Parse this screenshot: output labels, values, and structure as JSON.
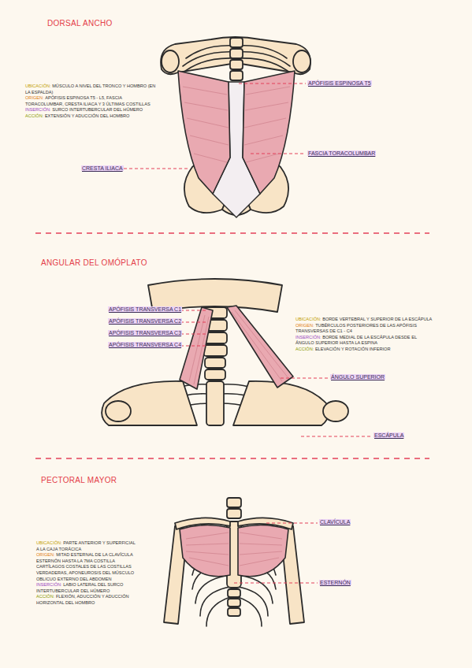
{
  "diagram": {
    "labels": [
      "DORSAL ANCHO",
      "UBICACIÓN:",
      "MÚSCULO A NIVEL DEL TRONCO Y HOMBRO (EN LA ESPALDA)",
      "ORIGEN:",
      "APÓFISIS ESPINOSA T5 - L5, FASCIA TORACOLUMBAR, CRESTA ILIACA Y 3 ÚLTIMAS COSTILLAS",
      "INSERCIÓN:",
      "SURCO INTERTUBERCULAR DEL HÚMERO",
      "ACCIÓN:",
      "EXTENSIÓN Y ADUCCIÓN DEL HOMBRO",
      "APÓFISIS ESPINOSA T5",
      "FASCIA TORACOLUMBAR",
      "CRESTA ILIACA",
      "ANGULAR DEL OMÓPLATO",
      "APÓFISIS TRANSVERSA C1",
      "APÓFISIS TRANSVERSA C2",
      "APÓFISIS TRANSVERSA C3",
      "APÓFISIS TRANSVERSA C4",
      "UBICACIÓN:",
      "BORDE VERTEBRAL Y SUPERIOR DE LA ESCÁPULA",
      "ORIGEN:",
      "TUBÉRCULOS POSTERIORES DE LAS APÓFISIS TRANSVERSAS DE C1 - C4",
      "INSERCIÓN:",
      "BORDE MEDIAL DE LA ESCÁPULA DESDE EL ÁNGULO SUPERIOR HASTA LA ESPINA",
      "ACCIÓN:",
      "ELEVACIÓN Y ROTACIÓN INFERIOR",
      "ÁNGULO SUPERIOR",
      "ESCÁPULA",
      "PECTORAL MAYOR",
      "UBICACIÓN:",
      "PARTE ANTERIOR Y SUPERFICIAL A LA CAJA TORÁCICA",
      "ORIGEN:",
      "MITAD ESTERNAL DE LA CLAVÍCULA ESTERNÓN HASTA LA 7MA COSTILLA CARTÍLAGOS COSTALES DE LAS COSTILLAS VERDADERAS, APONEUROSIS DEL MÚSCULO OBLICUO EXTERNO DEL ABDOMEN",
      "INSERCIÓN:",
      "LABIO LATERAL DEL SURCO INTERTUBERCULAR DEL HÚMERO",
      "ACCIÓN:",
      "FLEXIÓN, ADUCCIÓN Y ADUCCIÓN HORIZONTAL DEL HOMBRO",
      "CLAVÍCULA",
      "ESTERNÓN"
    ]
  }
}
